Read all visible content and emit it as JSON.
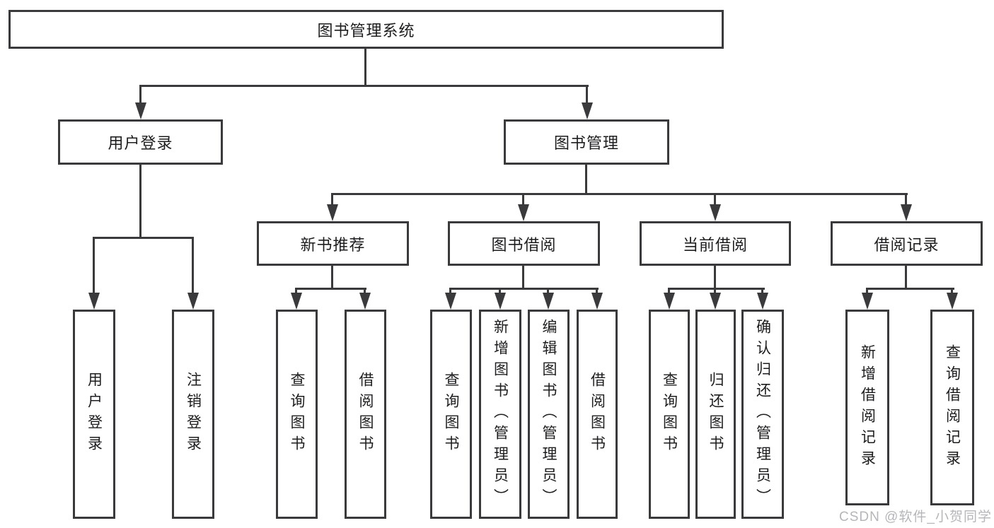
{
  "colors": {
    "line": "#3a3a3c",
    "text": "#1d1d1f",
    "watermark": "#b6b6ba"
  },
  "tree": {
    "root": "图书管理系统",
    "level2": [
      "用户登录",
      "图书管理"
    ],
    "level3": [
      "新书推荐",
      "图书借阅",
      "当前借阅",
      "借阅记录"
    ],
    "level4": {
      "userLogin": [
        "用户登录",
        "注销登录"
      ],
      "newBookRecommend": [
        "查询图书",
        "借阅图书"
      ],
      "bookBorrow": [
        "查询图书",
        "新增图书（管理员）",
        "编辑图书（管理员）",
        "借阅图书"
      ],
      "currentBorrow": [
        "查询图书",
        "归还图书",
        "确认归还（管理员）"
      ],
      "borrowRecord": [
        "新增借阅记录",
        "查询借阅记录"
      ]
    }
  },
  "watermark": "CSDN @软件_小贺同学"
}
